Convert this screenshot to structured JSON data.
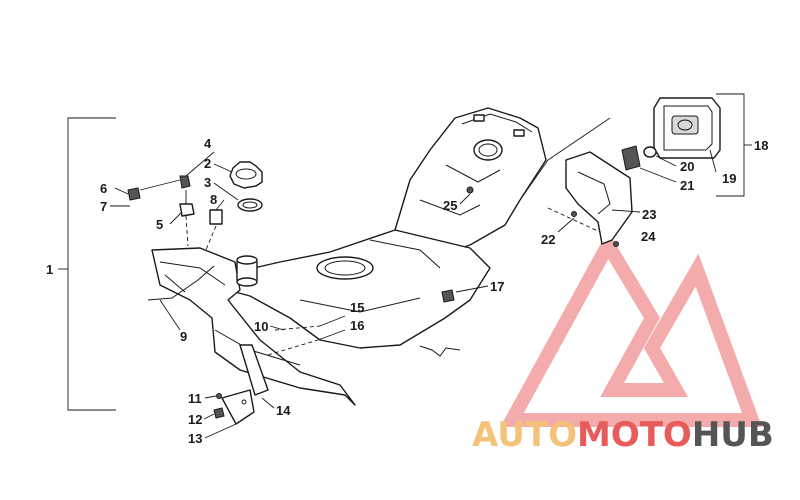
{
  "callouts": [
    "1",
    "2",
    "3",
    "4",
    "5",
    "6",
    "7",
    "8",
    "9",
    "10",
    "11",
    "12",
    "13",
    "14",
    "15",
    "16",
    "17",
    "18",
    "19",
    "20",
    "21",
    "22",
    "23",
    "24",
    "25"
  ],
  "watermark": {
    "part1": "AUTO",
    "part2": "MOTO",
    "part3": "HUB",
    "colors": {
      "part1": "#f5c27a",
      "part2": "#e85b5b",
      "part3": "#555555",
      "logo": "#f08f8f"
    }
  }
}
